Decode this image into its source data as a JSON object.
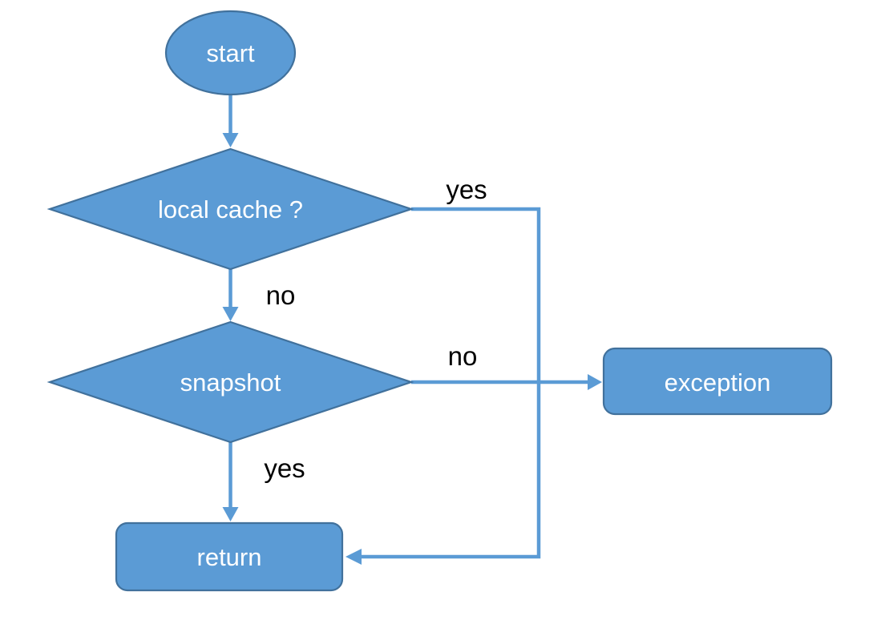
{
  "diagram": {
    "type": "flowchart",
    "background": "#ffffff",
    "colors": {
      "shape_fill": "#5B9BD5",
      "shape_stroke": "#41719C",
      "connector": "#5B9BD5",
      "node_text": "#FFFFFF",
      "edge_label_text": "#000000"
    },
    "nodes": [
      {
        "id": "start",
        "type": "ellipse",
        "label": "start"
      },
      {
        "id": "local-cache",
        "type": "decision",
        "label": "local cache ?"
      },
      {
        "id": "snapshot",
        "type": "decision",
        "label": "snapshot"
      },
      {
        "id": "exception",
        "type": "process",
        "label": "exception"
      },
      {
        "id": "return",
        "type": "process",
        "label": "return"
      }
    ],
    "edges": [
      {
        "from": "start",
        "to": "local-cache",
        "label": ""
      },
      {
        "from": "local-cache",
        "to": "snapshot",
        "label": "no"
      },
      {
        "from": "local-cache",
        "to": "return",
        "label": "yes"
      },
      {
        "from": "snapshot",
        "to": "exception",
        "label": "no"
      },
      {
        "from": "snapshot",
        "to": "return",
        "label": "yes"
      }
    ]
  }
}
